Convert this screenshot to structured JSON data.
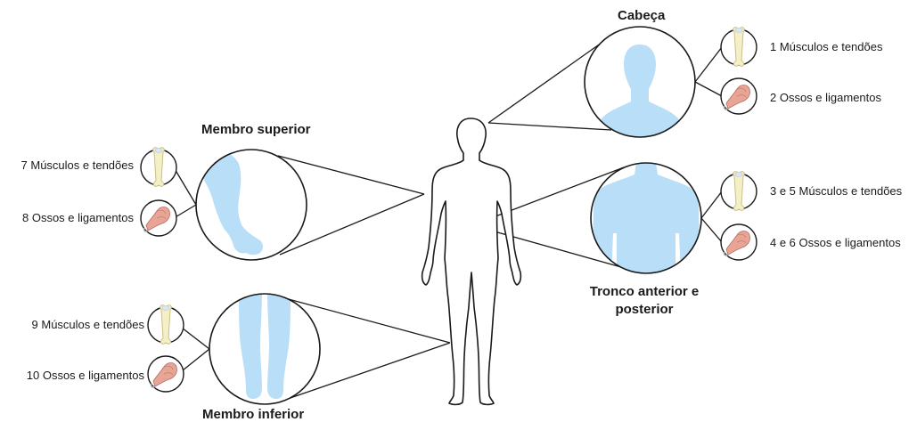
{
  "regions": {
    "head": {
      "title": "Cabeça",
      "items": [
        "1 Músculos e tendões",
        "2 Ossos e ligamentos"
      ]
    },
    "upper_limb": {
      "title": "Membro superior",
      "items": [
        "7 Músculos e tendões",
        "8 Ossos e ligamentos"
      ]
    },
    "trunk": {
      "title_line1": "Tronco anterior e",
      "title_line2": "posterior",
      "items": [
        "3 e 5 Músculos e tendões",
        "4 e 6 Ossos e ligamentos"
      ]
    },
    "lower_limb": {
      "title": "Membro inferior",
      "items": [
        "9 Músculos e tendões",
        "10 Ossos e ligamentos"
      ]
    }
  },
  "colors": {
    "region_fill": "#b9def7",
    "outline": "#1a1a1a",
    "bone": "#f4efc4",
    "joint_tissue": "#e8a596"
  },
  "icons": {
    "bone": "bone-icon",
    "joint": "joint-ligament-icon"
  }
}
